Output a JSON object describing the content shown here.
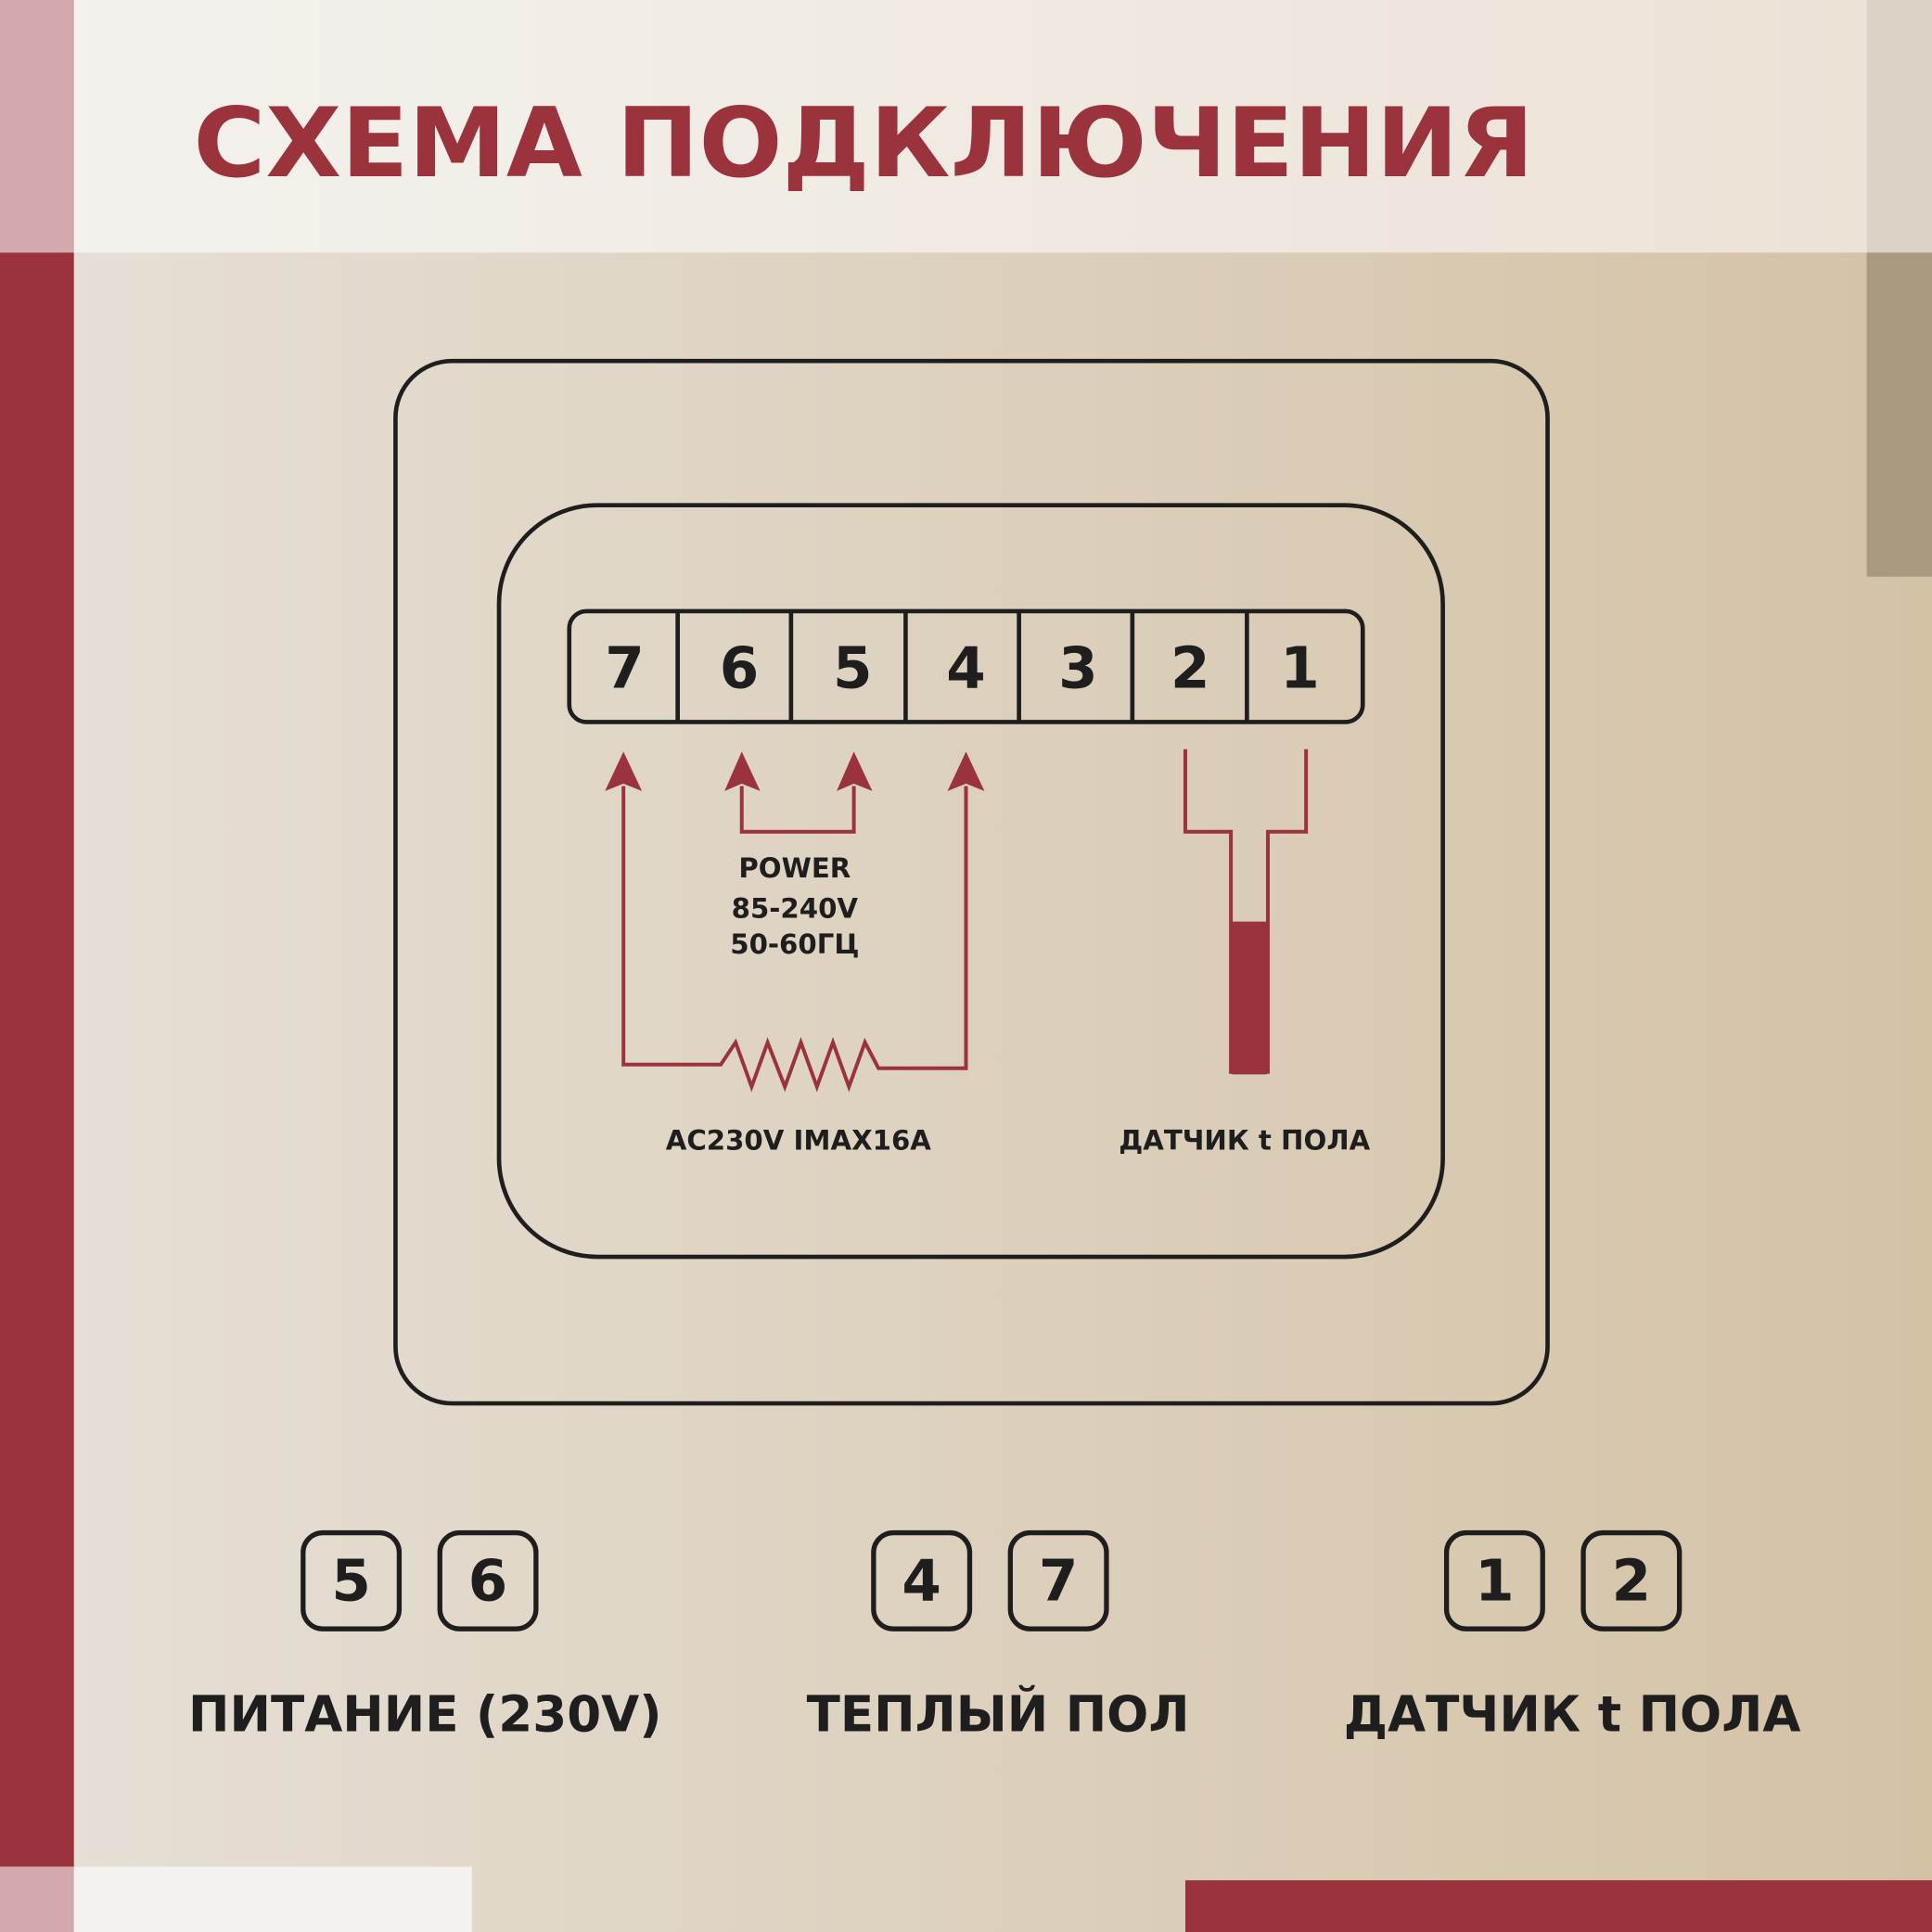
{
  "title": "СХЕМА ПОДКЛЮЧЕНИЯ",
  "colors": {
    "accent": "#9a333b",
    "ink": "#1e1e1e",
    "bg_start": "#e6e0d7",
    "bg_end": "#d4c2a5"
  },
  "terminals": [
    "7",
    "6",
    "5",
    "4",
    "3",
    "2",
    "1"
  ],
  "power_label": {
    "line1": "POWER",
    "line2": "85-240V",
    "line3": "50-60ГЦ"
  },
  "load_label": "AC230V IMAX16A",
  "sensor_label": "ДАТЧИК t ПОЛА",
  "legend": [
    {
      "pins": [
        "5",
        "6"
      ],
      "label": "ПИТАНИЕ (230V)"
    },
    {
      "pins": [
        "4",
        "7"
      ],
      "label": "ТЕПЛЫЙ ПОЛ"
    },
    {
      "pins": [
        "1",
        "2"
      ],
      "label": "ДАТЧИК t ПОЛА"
    }
  ]
}
